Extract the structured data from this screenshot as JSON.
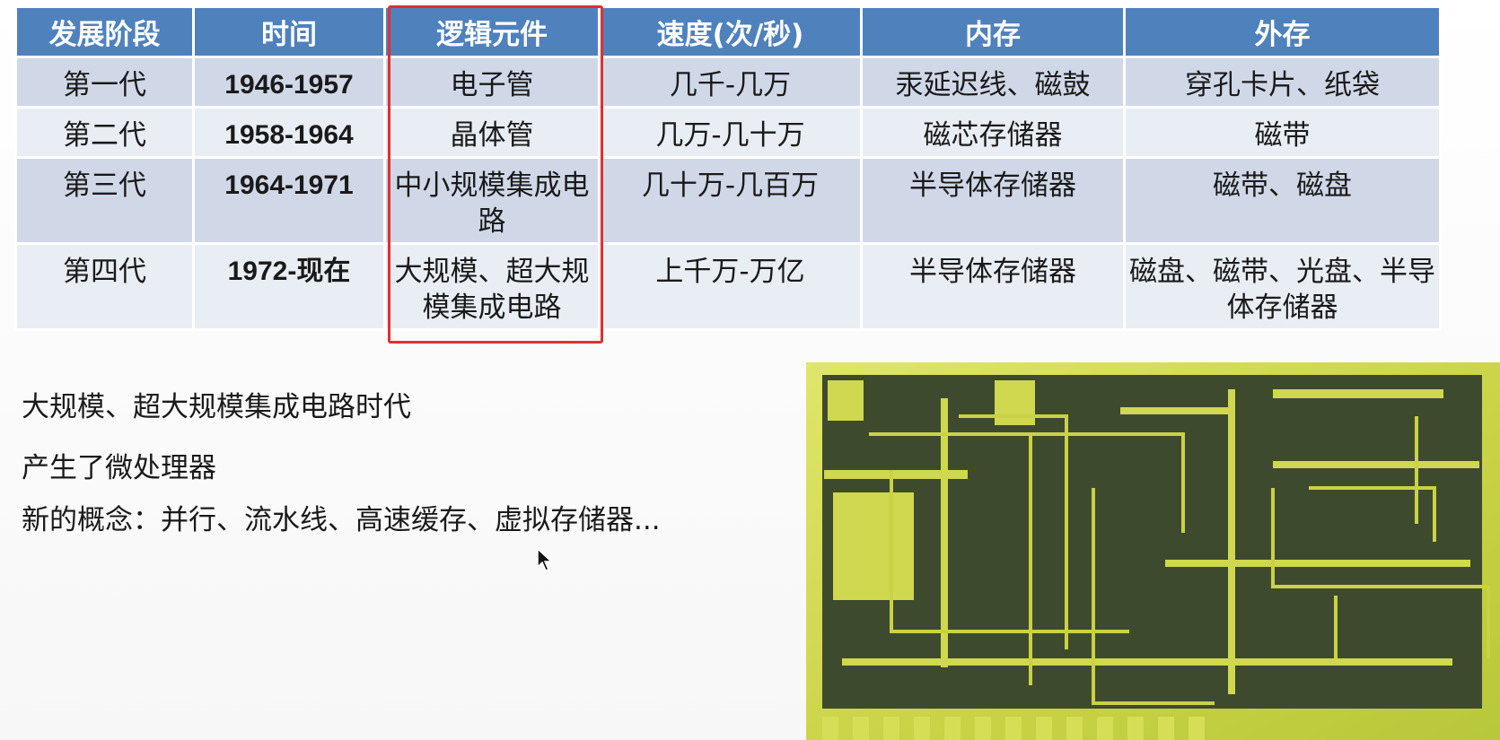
{
  "table": {
    "headers": [
      "发展阶段",
      "时间",
      "逻辑元件",
      "速度(次/秒)",
      "内存",
      "外存"
    ],
    "rows": [
      {
        "stage": "第一代",
        "time": "1946-1957",
        "logic": "电子管",
        "speed": "几千-几万",
        "memory": "汞延迟线、磁鼓",
        "storage": "穿孔卡片、纸袋"
      },
      {
        "stage": "第二代",
        "time": "1958-1964",
        "logic": "晶体管",
        "speed": "几万-几十万",
        "memory": "磁芯存储器",
        "storage": "磁带"
      },
      {
        "stage": "第三代",
        "time": "1964-1971",
        "logic": "中小规模集成电路",
        "speed": "几十万-几百万",
        "memory": "半导体存储器",
        "storage": "磁带、磁盘"
      },
      {
        "stage": "第四代",
        "time": "1972-现在",
        "logic": "大规模、超大规模集成电路",
        "speed": "上千万-万亿",
        "memory": "半导体存储器",
        "storage": "磁盘、磁带、光盘、半导体存储器"
      }
    ]
  },
  "notes": {
    "line1": "大规模、超大规模集成电路时代",
    "line2": "产生了微处理器",
    "line3": "新的概念：并行、流水线、高速缓存、虚拟存储器..."
  },
  "colors": {
    "header_bg": "#4f81bd",
    "row_dark": "#d0d8e8",
    "row_light": "#e9edf4",
    "highlight_border": "#e03030",
    "chip_line": "#c8d44a",
    "chip_bg": "#3c4a2a"
  }
}
